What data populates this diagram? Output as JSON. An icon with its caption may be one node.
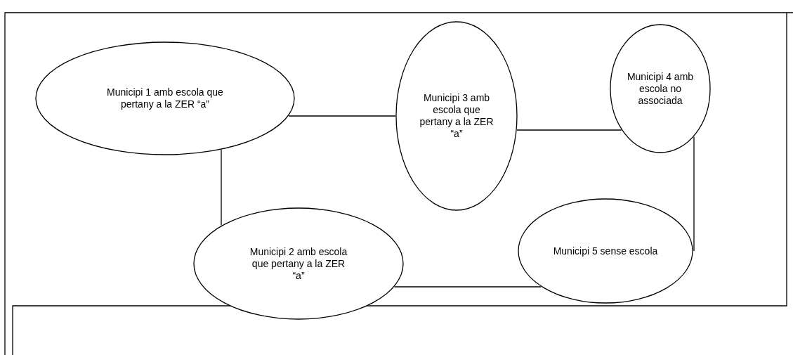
{
  "diagram": {
    "nodes": [
      {
        "text": [
          "Municipi 1 amb escola que pertany a la ZER “a”"
        ]
      },
      {
        "text": [
          "Municipi 3 amb escola que pertany a la ZER “a”"
        ]
      },
      {
        "text": [
          "Municipi 4 amb escola no associada"
        ]
      },
      {
        "text": [
          "Municipi 2 amb escola que pertany a la ZER “a”"
        ]
      },
      {
        "text": [
          "Municipi 5 sense escola"
        ]
      }
    ],
    "edges": [
      {
        "from": 0,
        "to": 1,
        "arrow": "none"
      },
      {
        "from": 1,
        "to": 2,
        "arrow": "none"
      },
      {
        "from": 2,
        "to": 4,
        "arrow": "none"
      },
      {
        "from": 3,
        "to": 4,
        "arrow": "none"
      },
      {
        "from": 0,
        "to": 3,
        "arrow": "none"
      }
    ]
  }
}
